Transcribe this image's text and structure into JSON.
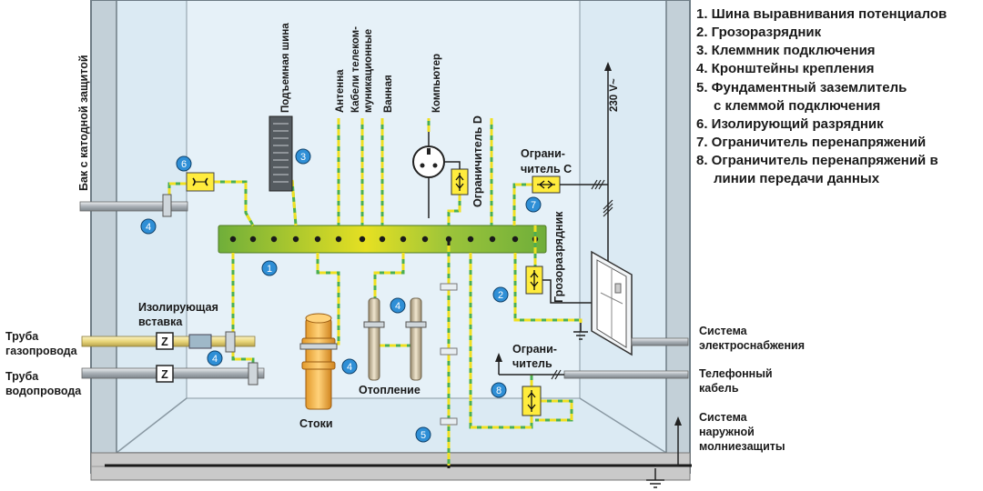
{
  "legend": [
    "1. Шина выравнивания потенциалов",
    "2. Грозоразрядник",
    "3. Клеммник подключения",
    "4. Кронштейны крепления",
    "5. Фундаментный заземлитель",
    "с клеммой подключения",
    "6. Изолирующий разрядник",
    "7. Ограничитель перенапряжений",
    "8. Ограничитель перенапряжений в",
    "линии передачи данных"
  ],
  "labels": {
    "tank": "Бак с катодной защитой",
    "busbar_lift": "Подъемная шина",
    "antenna": "Антенна",
    "telecom_1": "Кабели телеком-",
    "telecom_2": "муникационные",
    "bath": "Ванная",
    "computer": "Компьютер",
    "limiter_d": "Ограничитель D",
    "voltage": "230 V~",
    "limiter_c_1": "Ограни-",
    "limiter_c_2": "читель C",
    "arrester": "Грозоразрядник",
    "insulating_1": "Изолирующая",
    "insulating_2": "вставка",
    "gas_pipe_1": "Труба",
    "gas_pipe_2": "газопровода",
    "water_pipe_1": "Труба",
    "water_pipe_2": "водопровода",
    "sewage": "Стоки",
    "heating": "Отопление",
    "limiter_1": "Ограни-",
    "limiter_2": "читель",
    "power_1": "Система",
    "power_2": "электроснабжения",
    "phone_1": "Телефонный",
    "phone_2": "кабель",
    "lightning_1": "Система",
    "lightning_2": "наружной",
    "lightning_3": "молниезащиты",
    "z_mark": "Z"
  },
  "badges": [
    "1",
    "2",
    "3",
    "4",
    "5",
    "6",
    "7",
    "8"
  ],
  "colors": {
    "room_fill": "#dbeaf3",
    "wall": "#b9c7d0",
    "bus_green": "#7cb342",
    "bus_yellow": "#e8e020",
    "badge": "#2f8fd6",
    "conductor_green": "#4caf50",
    "conductor_yellow": "#f0e020"
  },
  "icons": [
    "outlet-icon",
    "ground-icon",
    "spark-gap-icon",
    "surge-limiter-icon",
    "z-insulator-icon",
    "meter-cabinet-icon"
  ]
}
